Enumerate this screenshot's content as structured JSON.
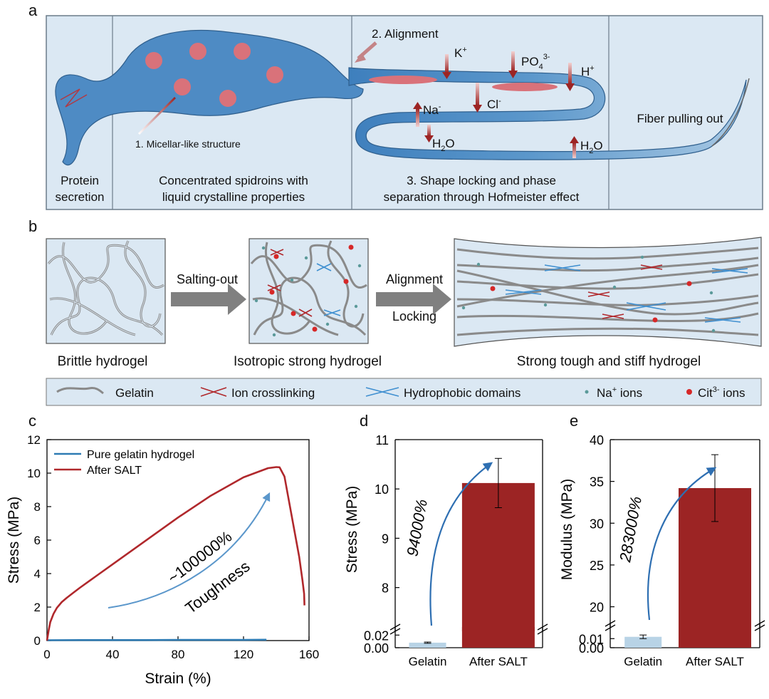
{
  "panel_a": {
    "letter": "a",
    "step_1": "1. Micellar-like structure",
    "step_2": "2. Alignment",
    "sections": [
      "Protein",
      "secretion",
      "Concentrated spidroins with",
      "liquid crystalline properties",
      "3. Shape locking and phase",
      "separation through Hofmeister effect",
      "Fiber pulling out"
    ],
    "ions": {
      "k": "K",
      "k_sup": "+",
      "po4": "PO",
      "po4_sub": "4",
      "po4_sup": "3-",
      "h": "H",
      "h_sup": "+",
      "na": "Na",
      "na_sup": "-",
      "cl": "Cl",
      "cl_sup": "-",
      "h2o_a": "H",
      "h2o_a_sub": "2",
      "h2o_a_end": "O",
      "h2o_b": "H",
      "h2o_b_sub": "2",
      "h2o_b_end": "O"
    }
  },
  "panel_b": {
    "letter": "b",
    "arrow_1": "Salting-out",
    "arrow_2_line1": "Alignment",
    "arrow_2_line2": "Locking",
    "state_1": "Brittle hydrogel",
    "state_2": "Isotropic strong hydrogel",
    "state_3": "Strong tough and stiff hydrogel"
  },
  "legend": {
    "gelatin": "Gelatin",
    "ion": "Ion crosslinking",
    "hydrophobic": "Hydrophobic domains",
    "na": "Na",
    "na_sup": "+",
    "na_end": " ions",
    "cit": "Cit",
    "cit_sup": "3-",
    "cit_end": " ions"
  },
  "colors": {
    "panel_bg": "#dbe8f3",
    "spidroin": "#4e8bc4",
    "micelle": "#d9727a",
    "dark_red": "#9c2424",
    "light_blue": "#b8d3e6",
    "accent_blue": "#2e6fb2",
    "fiber": "#888888"
  },
  "chart_data": [
    {
      "panel": "c",
      "type": "line",
      "xlabel": "Strain (%)",
      "ylabel": "Stress (MPa)",
      "xlim": [
        0,
        160
      ],
      "ylim": [
        0,
        12
      ],
      "xticks": [
        0,
        40,
        80,
        120,
        160
      ],
      "yticks": [
        0,
        2,
        4,
        6,
        8,
        10,
        12
      ],
      "legend_position": "top-left",
      "annotation_1": "~100000%",
      "annotation_2": "Toughness",
      "series": [
        {
          "name": "Pure gelatin hydrogel",
          "color": "#2e7bb3",
          "x": [
            0,
            20,
            40,
            60,
            80,
            100,
            120,
            134
          ],
          "y": [
            0.02,
            0.03,
            0.03,
            0.03,
            0.04,
            0.04,
            0.04,
            0.05
          ]
        },
        {
          "name": "After SALT",
          "color": "#b0282c",
          "x": [
            0,
            1,
            2,
            4,
            6,
            9,
            12,
            16,
            20,
            30,
            40,
            60,
            80,
            100,
            120,
            135,
            140,
            142,
            145,
            148,
            151,
            154,
            156,
            157,
            157.2
          ],
          "y": [
            0,
            0.6,
            1.1,
            1.6,
            1.95,
            2.3,
            2.55,
            2.85,
            3.15,
            3.85,
            4.55,
            5.95,
            7.35,
            8.65,
            9.75,
            10.3,
            10.36,
            10.35,
            9.8,
            8.2,
            6.6,
            5.0,
            3.6,
            2.8,
            2.1
          ]
        }
      ]
    },
    {
      "panel": "d",
      "type": "bar",
      "categories": [
        "Gelatin",
        "After SALT"
      ],
      "values": [
        0.008,
        10.12
      ],
      "errors": [
        0.001,
        0.5
      ],
      "ylabel": "Stress (MPa)",
      "yticks_upper": [
        8,
        9,
        10,
        11
      ],
      "yticks_lower": [
        0.0,
        0.02
      ],
      "ylim_upper": [
        7.2,
        11
      ],
      "ylim_lower": [
        0,
        0.026
      ],
      "bar_colors": [
        "#b8d3e6",
        "#9c2424"
      ],
      "annotation": "94000%"
    },
    {
      "panel": "e",
      "type": "bar",
      "categories": [
        "Gelatin",
        "After SALT"
      ],
      "values": [
        0.012,
        34.2
      ],
      "errors": [
        0.002,
        4.0
      ],
      "ylabel": "Modulus (MPa)",
      "yticks_upper": [
        20,
        25,
        30,
        35,
        40
      ],
      "yticks_lower": [
        0.0,
        0.01
      ],
      "ylim_upper": [
        18,
        40
      ],
      "ylim_lower": [
        0,
        0.022
      ],
      "bar_colors": [
        "#b8d3e6",
        "#9c2424"
      ],
      "annotation": "283000%"
    }
  ]
}
